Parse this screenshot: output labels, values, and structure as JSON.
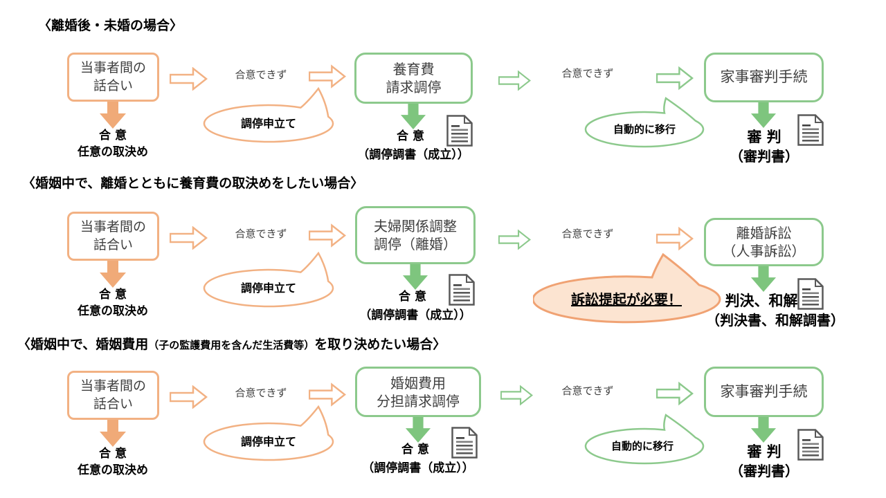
{
  "colors": {
    "orange_border": "#F2B183",
    "orange_arrow_fill": "#F0AA78",
    "orange_bubble_fill": "#FCE4D1",
    "orange_bubble_border": "#F0A273",
    "green_border": "#8CC98C",
    "green_arrow_fill": "#7EC57E",
    "box_text": "#3f3f3f",
    "plain_text": "#404040",
    "label_text": "#000000"
  },
  "icons": {
    "document": "page-with-folded-corner",
    "arrow_right": "hollow-block-arrow-right",
    "arrow_down": "solid-block-arrow-down",
    "speech_bubble": "oval-callout"
  },
  "rows": [
    {
      "title_pre": "〈離婚後・未婚の場合〉",
      "title_small": "",
      "title_post": "",
      "start_box_line1": "当事者間の",
      "start_box_line2": "話合い",
      "start_agree": "合 意",
      "start_agree_sub": "任意の取決め",
      "no_agree_left": "合意できず",
      "petition_bubble": "調停申立て",
      "mid_box_line1": "養育費",
      "mid_box_line2": "請求調停",
      "mid_agree": "合 意",
      "mid_agree_sub": "（調停調書（成立））",
      "no_agree_right": "合意できず",
      "transition_bubble": "自動的に移行",
      "end_box_line1": "家事審判手続",
      "end_box_line2": "",
      "end_result": "審 判",
      "end_result_sub": "（審判書）"
    },
    {
      "title_pre": "〈婚姻中で、離婚とともに養育費の取決めをしたい場合〉",
      "title_small": "",
      "title_post": "",
      "start_box_line1": "当事者間の",
      "start_box_line2": "話合い",
      "start_agree": "合 意",
      "start_agree_sub": "任意の取決め",
      "no_agree_left": "合意できず",
      "petition_bubble": "調停申立て",
      "mid_box_line1": "夫婦関係調整",
      "mid_box_line2": "調停（離婚）",
      "mid_agree": "合 意",
      "mid_agree_sub": "（調停調書（成立））",
      "no_agree_right": "合意できず",
      "lawsuit_bubble": "訴訟提起が必要！",
      "end_box_line1": "離婚訴訟",
      "end_box_line2": "（人事訴訟）",
      "end_result": "判決、和解",
      "end_result_sub": "（判決書、和解調書）"
    },
    {
      "title_pre": "〈婚姻中で、婚姻費用",
      "title_small": "（子の監護費用を含んだ生活費等）",
      "title_post": "を取り決めたい場合〉",
      "start_box_line1": "当事者間の",
      "start_box_line2": "話合い",
      "start_agree": "合 意",
      "start_agree_sub": "任意の取決め",
      "no_agree_left": "合意できず",
      "petition_bubble": "調停申立て",
      "mid_box_line1": "婚姻費用",
      "mid_box_line2": "分担請求調停",
      "mid_agree": "合 意",
      "mid_agree_sub": "（調停調書（成立））",
      "no_agree_right": "合意できず",
      "transition_bubble": "自動的に移行",
      "end_box_line1": "家事審判手続",
      "end_box_line2": "",
      "end_result": "審 判",
      "end_result_sub": "（審判書）"
    }
  ]
}
